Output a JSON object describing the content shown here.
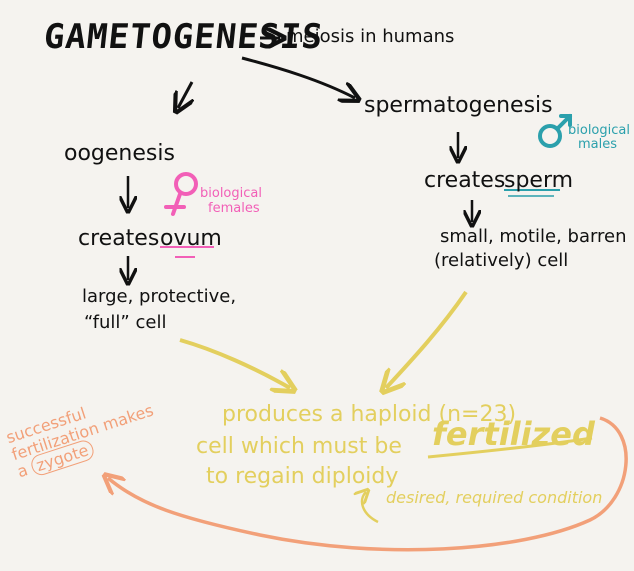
{
  "title": "GAMETOGENESIS",
  "meiosis_note": "meiosis in humans",
  "oogenesis": {
    "name": "oogenesis",
    "sex_label_line1": "biological",
    "sex_label_line2": "females",
    "creates_label": "creates",
    "creates_item": "ovum",
    "desc_line1": "large, protective,",
    "desc_line2": "“full” cell"
  },
  "spermatogenesis": {
    "name": "spermatogenesis",
    "sex_label_line1": "biological",
    "sex_label_line2": "males",
    "creates_label": "creates",
    "creates_item": "sperm",
    "desc_line1": "small, motile, barren",
    "desc_line2": "(relatively) cell"
  },
  "result": {
    "line1": "produces a haploid (n=23)",
    "line2_pre": "cell which must be",
    "line2_emph": "fertilized",
    "line3": "to regain diploidy",
    "condition_note": "desired, required condition"
  },
  "fertilization_note": {
    "line1": "successful",
    "line2": "fertilization makes",
    "line3_pre": "a",
    "line3_emph": "zygote"
  },
  "colors": {
    "ink": "#111111",
    "yellow": "#e3cf5e",
    "orange": "#f2a079",
    "pink": "#f25fb7",
    "teal": "#2ba0ac"
  }
}
